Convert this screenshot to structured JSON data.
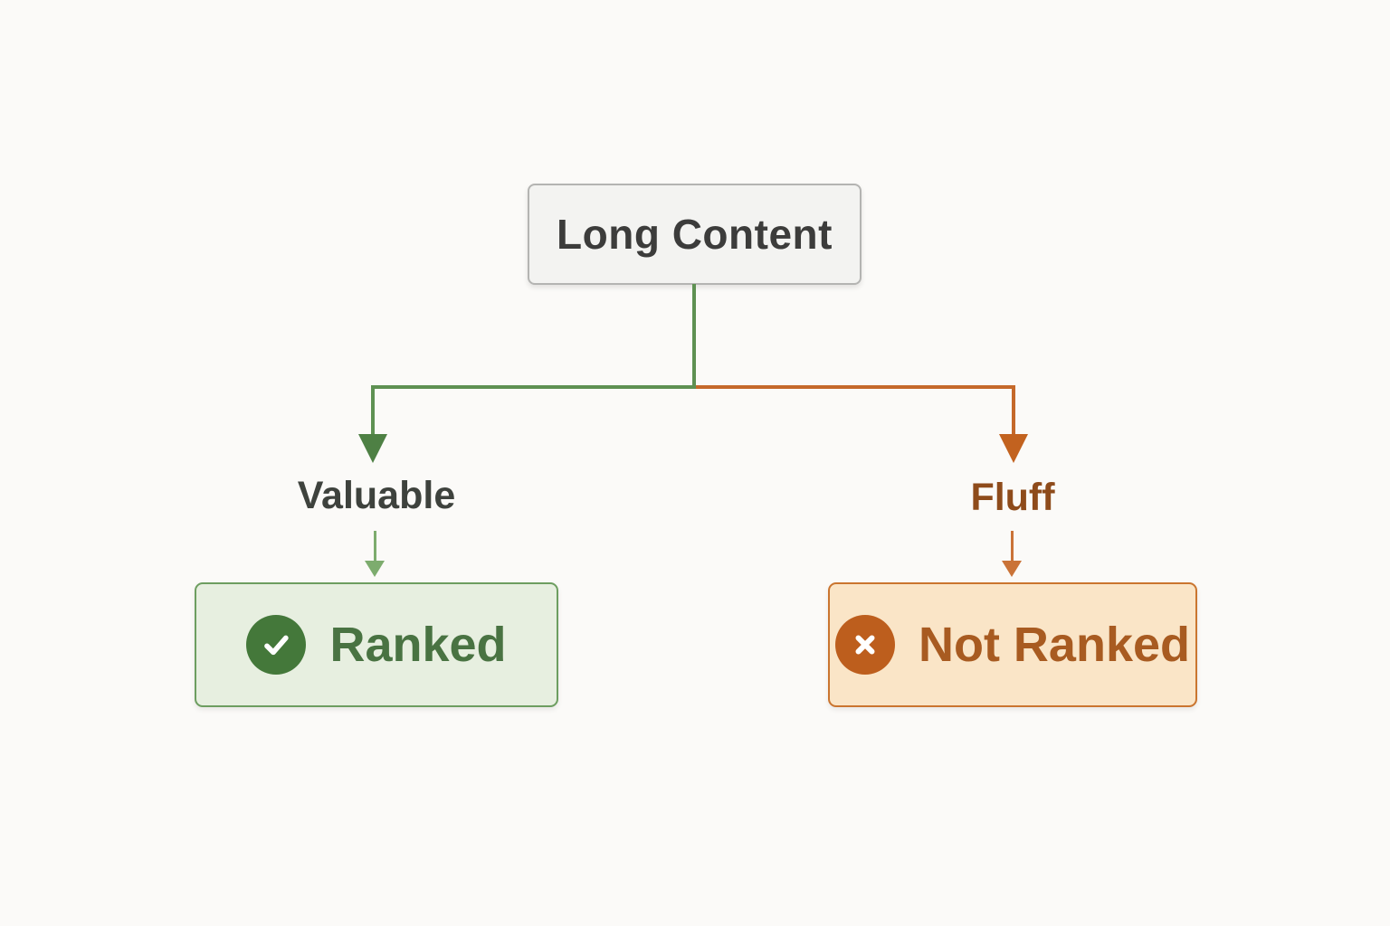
{
  "diagram": {
    "root": {
      "label": "Long Content"
    },
    "branches": [
      {
        "id": "valuable",
        "label": "Valuable",
        "outcome": "Ranked",
        "icon": "check-icon",
        "line_color": "#5e9152",
        "box_bg": "#e7efe0",
        "box_border": "#6d9e60",
        "text_color": "#497342",
        "icon_bg": "#44783a"
      },
      {
        "id": "fluff",
        "label": "Fluff",
        "outcome": "Not Ranked",
        "icon": "x-icon",
        "line_color": "#c5692b",
        "box_bg": "#fae5c7",
        "box_border": "#ca752f",
        "text_color": "#a85b21",
        "icon_bg": "#bd5e1d"
      }
    ],
    "colors": {
      "background": "#fbfaf8",
      "root_box_bg": "#f3f3f1",
      "root_box_border": "#b4b4b2",
      "root_text": "#3c3c3b",
      "valuable_label_text": "#3e423d",
      "fluff_label_text": "#8e4b1b"
    }
  }
}
